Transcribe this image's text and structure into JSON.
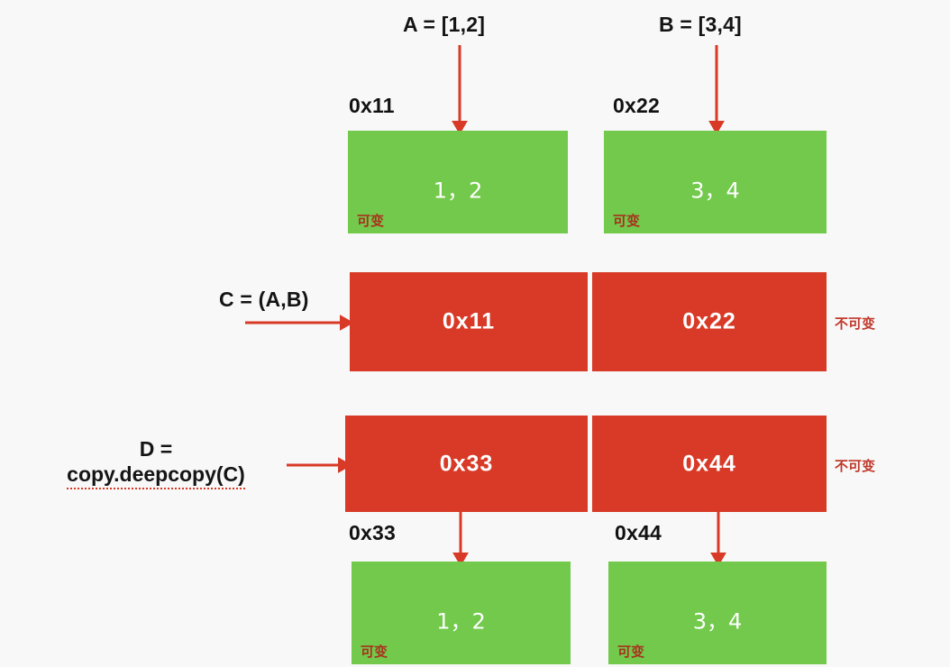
{
  "diagram": {
    "title_colors": {
      "background": "#f8f8f8",
      "mutable_box": "#72c94b",
      "immutable_box": "#d83a27",
      "arrow": "#d83a27",
      "mutable_tag_text": "#a8321e",
      "immutable_tag_text": "#c0392b",
      "label_text": "#141414",
      "box_value_text": "#ffffff"
    },
    "labels": {
      "a_assign": "A = [1,2]",
      "b_assign": "B = [3,4]",
      "c_assign": "C = (A,B)",
      "d_assign_line1": "D =",
      "d_assign_line2": "copy.deepcopy(C)",
      "addr_11": "0x11",
      "addr_22": "0x22",
      "addr_33": "0x33",
      "addr_44": "0x44"
    },
    "tags": {
      "mutable": "可变",
      "immutable": "不可变"
    },
    "boxes": {
      "list_a": {
        "value": "1，2",
        "tag": "可变",
        "address": "0x11"
      },
      "list_b": {
        "value": "3，4",
        "tag": "可变",
        "address": "0x22"
      },
      "tuple_c": {
        "cells": [
          "0x11",
          "0x22"
        ],
        "tag": "不可变"
      },
      "tuple_d": {
        "cells": [
          "0x33",
          "0x44"
        ],
        "tag": "不可变"
      },
      "list_d0": {
        "value": "1，2",
        "tag": "可变",
        "address": "0x33"
      },
      "list_d1": {
        "value": "3，4",
        "tag": "可变",
        "address": "0x44"
      }
    }
  }
}
